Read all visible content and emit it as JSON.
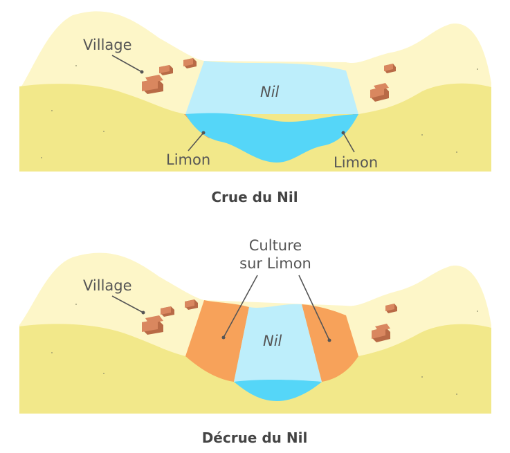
{
  "colors": {
    "hill_light": "#fdf6c8",
    "hill_yellow": "#f2e88a",
    "water_light": "#bdeefb",
    "water_deep": "#55d6f8",
    "silt": "#f7a25a",
    "house_top": "#d9875f",
    "house_side": "#b86a46",
    "text": "#555555"
  },
  "panels": {
    "crue": {
      "caption": "Crue du Nil",
      "village_label": "Village",
      "river_label": "Nil",
      "silt_label_left": "Limon",
      "silt_label_right": "Limon"
    },
    "decrue": {
      "caption": "Décrue du Nil",
      "village_label": "Village",
      "river_label": "Nil",
      "culture_label_line1": "Culture",
      "culture_label_line2": "sur Limon"
    }
  }
}
